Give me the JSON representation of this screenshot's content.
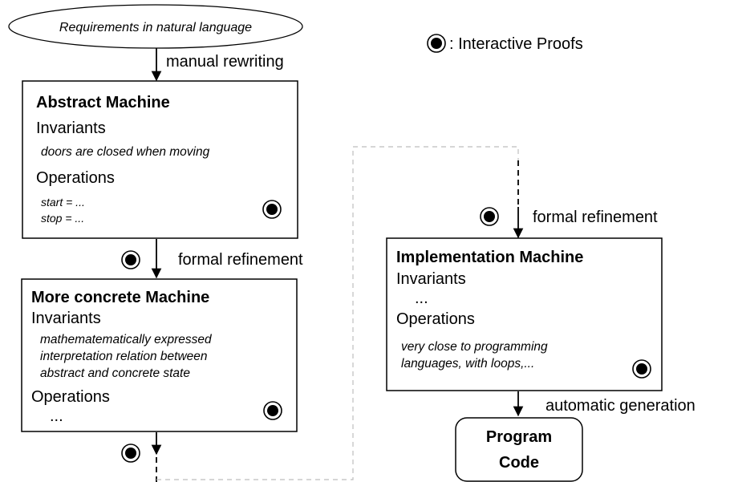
{
  "requirements": "Requirements in natural language",
  "legend": {
    "text": ": Interactive Proofs"
  },
  "arrows": {
    "manual_rewriting": "manual rewriting",
    "formal_refinement_left": "formal refinement",
    "formal_refinement_right": "formal refinement",
    "automatic_generation": "automatic generation"
  },
  "abstract_machine": {
    "title": "Abstract Machine",
    "invariants_label": "Invariants",
    "invariant_text": "doors are closed when moving",
    "operations_label": "Operations",
    "ops": [
      "start = ...",
      "stop = ..."
    ]
  },
  "concrete_machine": {
    "title": "More concrete Machine",
    "invariants_label": "Invariants",
    "invariant_lines": [
      "mathematematically expressed",
      "interpretation relation between",
      "abstract and concrete state"
    ],
    "operations_label": "Operations",
    "ops_text": "..."
  },
  "implementation_machine": {
    "title": "Implementation Machine",
    "invariants_label": "Invariants",
    "invariants_text": "...",
    "operations_label": "Operations",
    "ops_lines": [
      "very close to programming",
      "languages, with loops,..."
    ]
  },
  "program_code": {
    "line1": "Program",
    "line2": "Code"
  }
}
